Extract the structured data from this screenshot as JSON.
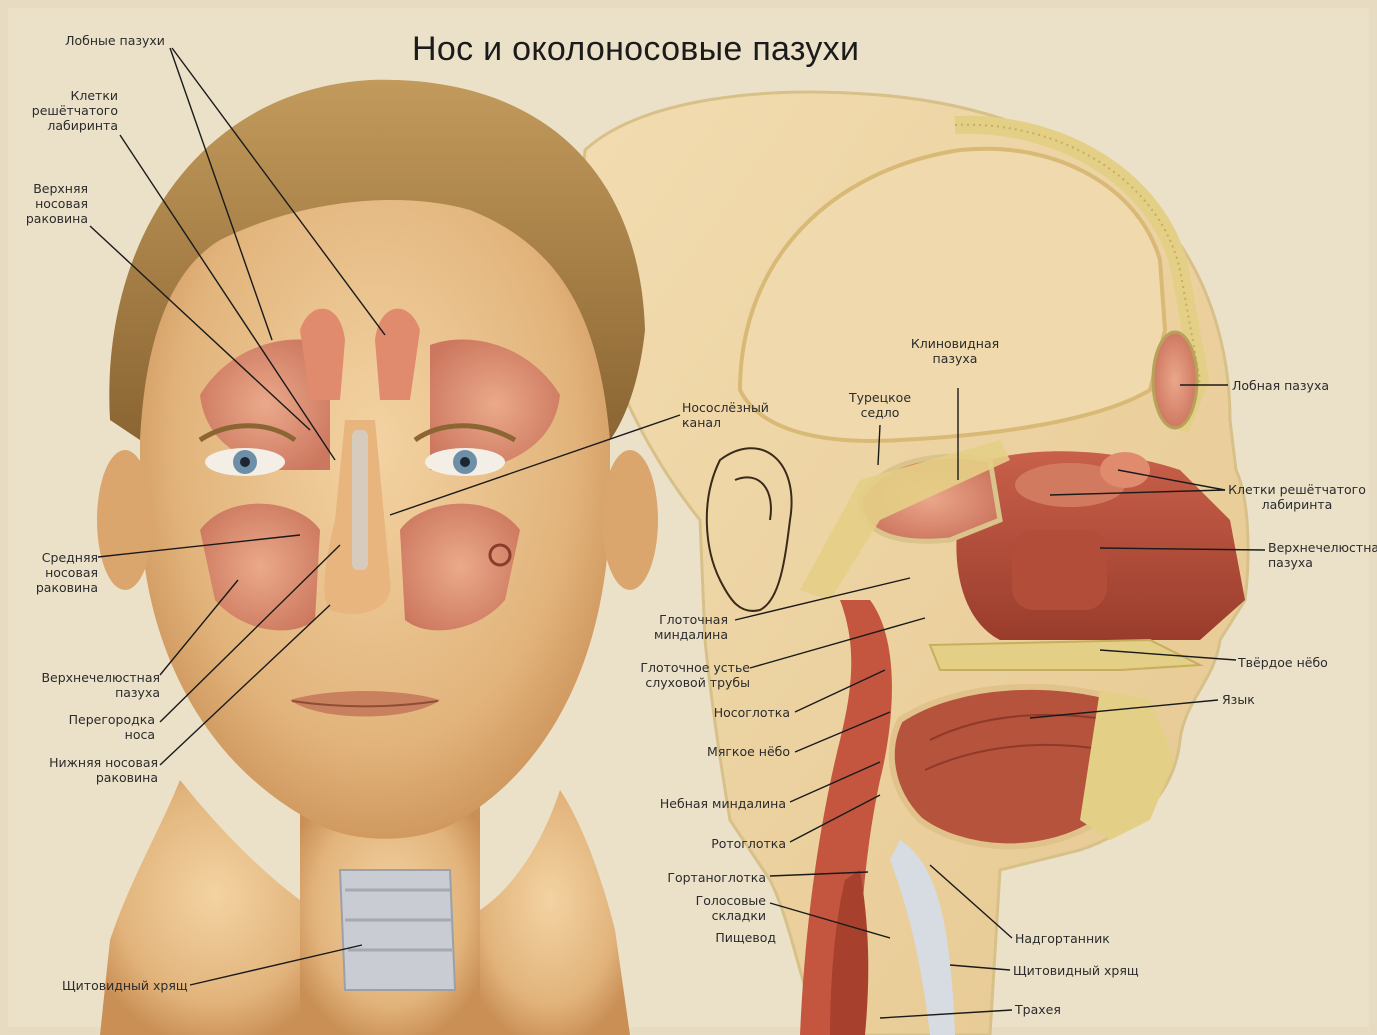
{
  "title": "Нос и околоносовые пазухи",
  "colors": {
    "background": "#e9e0c8",
    "skin": "#e8bf8a",
    "hair": "#a8824a",
    "sinus": "#d98a6e",
    "muscle": "#b8503e",
    "bone": "#e2cf8a",
    "cartilage": "#c9ccd2",
    "leader_line": "#1a1a1a"
  },
  "labels": {
    "frontal_sinuses": "Лобные пазухи",
    "ethmoid_cells_left": "Клетки\nрешётчатого\nлабиринта",
    "superior_concha": "Верхняя\nносовая\nраковина",
    "middle_concha": "Средняя\nносовая\nраковина",
    "maxillary_sinus_left": "Верхнечелюстная\nпазуха",
    "septum": "Перегородка\nноса",
    "inferior_concha": "Нижняя носовая\nраковина",
    "thyroid_left": "Щитовидный хрящ",
    "nasolacrimal": "Носослёзный\nканал",
    "sphenoid": "Клиновидная\nпазуха",
    "sella": "Турецкое\nседло",
    "frontal_right": "Лобная пазуха",
    "ethmoid_right": "Клетки решётчатого\nлабиринта",
    "maxillary_right": "Верхнечелюстная\nпазуха",
    "pharyngeal_tonsil": "Глоточная\nминдалина",
    "tube_orifice": "Глоточное устье\nслуховой трубы",
    "hard_palate": "Твёрдое нёбо",
    "nasopharynx": "Носоглотка",
    "tongue": "Язык",
    "soft_palate": "Мягкое нёбо",
    "palatine_tonsil": "Небная миндалина",
    "oropharynx": "Ротоглотка",
    "laryngopharynx": "Гортаноглотка",
    "vocal_folds": "Голосовые\nскладки",
    "esophagus": "Пищевод",
    "epiglottis": "Надгортанник",
    "thyroid_right": "Щитовидный хрящ",
    "trachea": "Трахея"
  }
}
